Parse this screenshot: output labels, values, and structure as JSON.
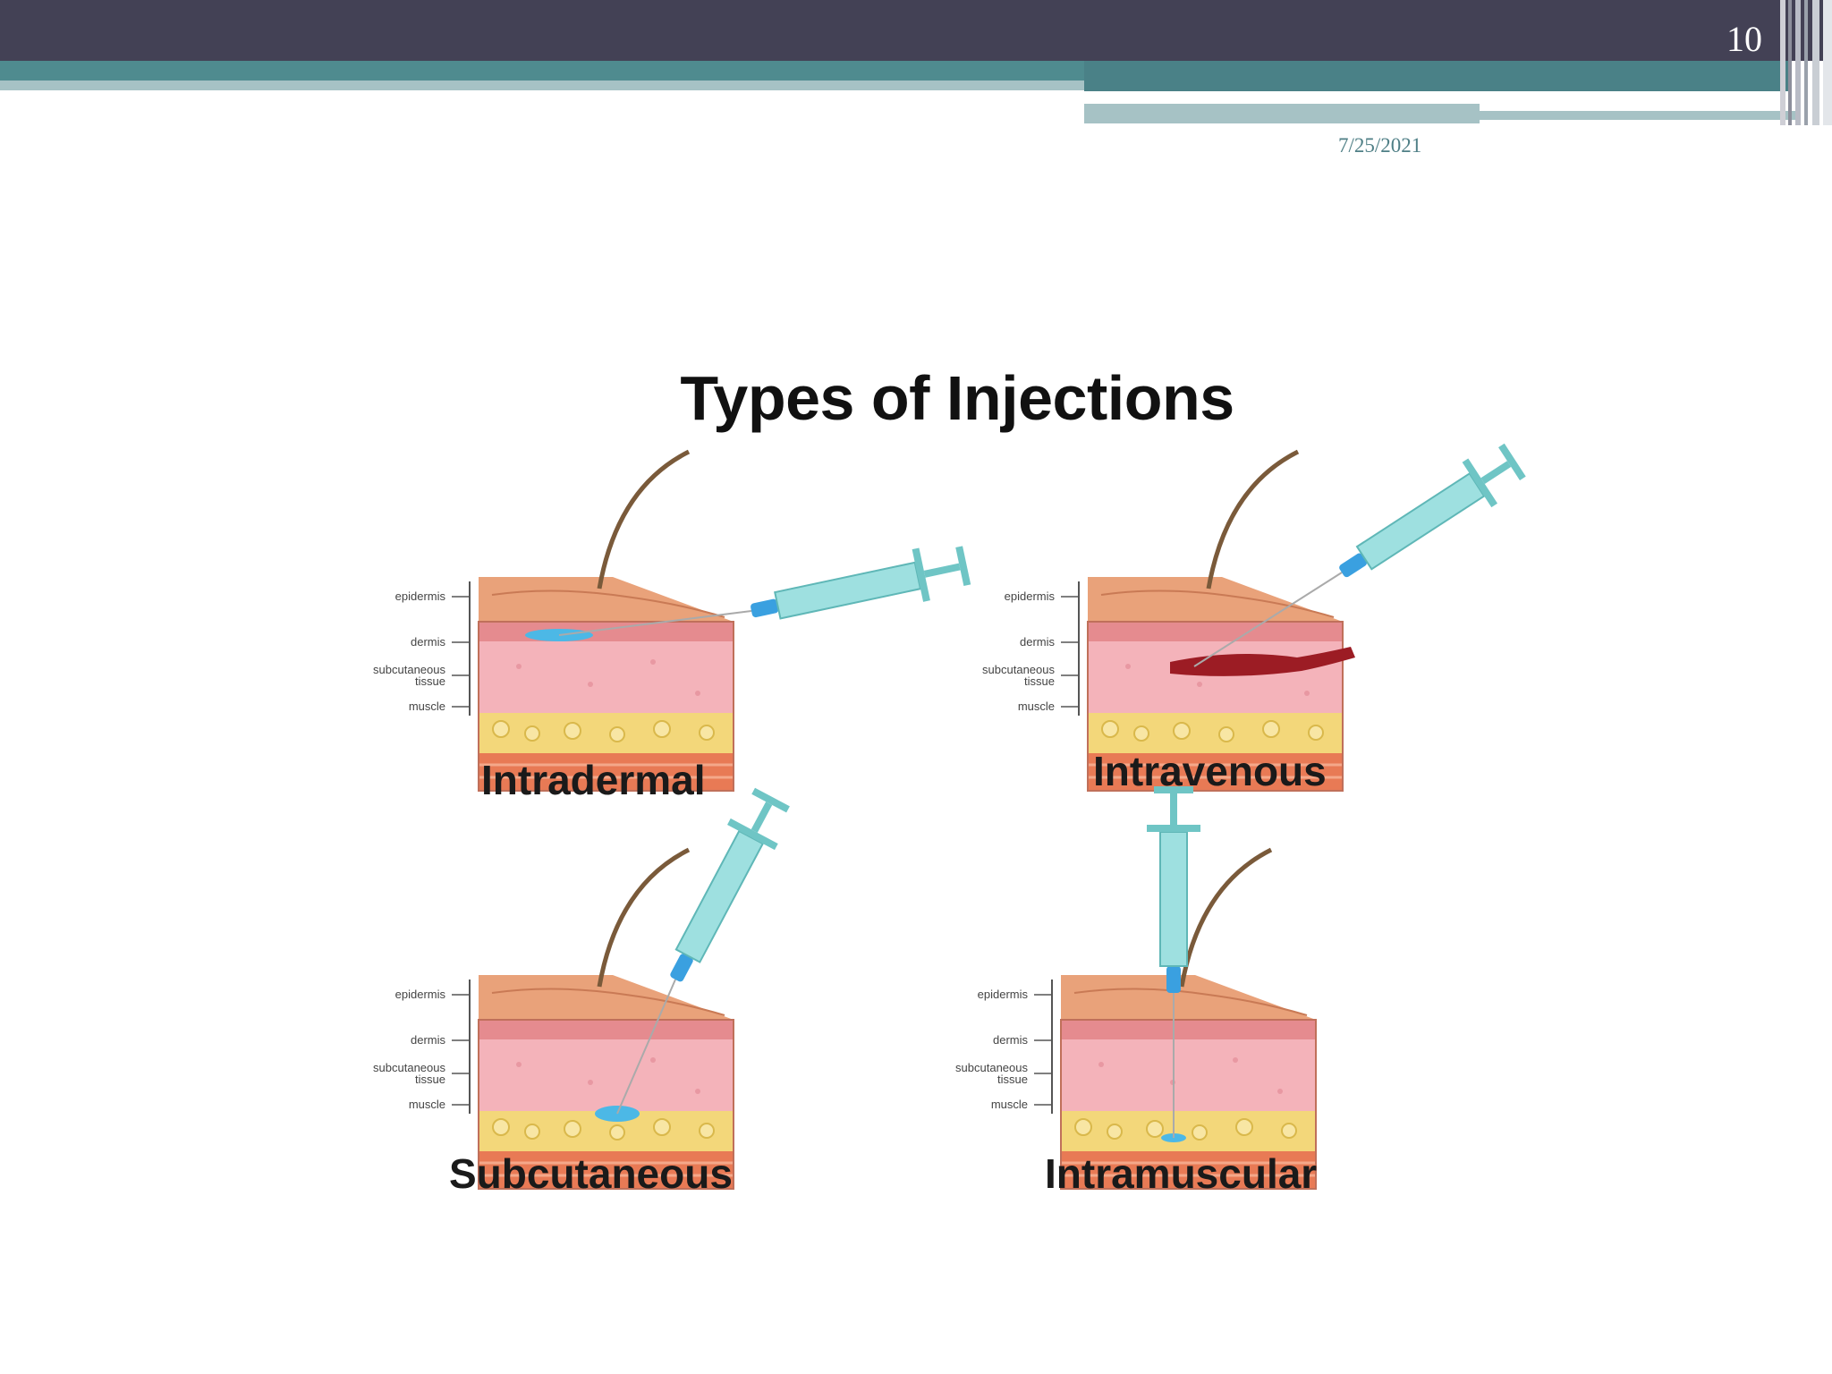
{
  "slide": {
    "page_number": "10",
    "date": "7/25/2021"
  },
  "figure": {
    "title": "Types of Injections",
    "layers": [
      "epidermis",
      "dermis",
      "subcutaneous tissue",
      "muscle"
    ],
    "panels": [
      {
        "id": "intradermal",
        "label": "Intradermal"
      },
      {
        "id": "intravenous",
        "label": "Intravenous"
      },
      {
        "id": "subcutaneous",
        "label": "Subcutaneous"
      },
      {
        "id": "intramuscular",
        "label": "Intramuscular"
      }
    ]
  },
  "colors": {
    "header_dark": "#434155",
    "header_teal": "#4f8b8f",
    "header_light": "#a6c2c5",
    "skin_top": "#e9a27a",
    "dermis": "#f4b3ba",
    "fat": "#f3d77a",
    "muscle": "#e87a55",
    "syringe": "#9ee0e0",
    "needle_tip": "#3aa0e0"
  }
}
